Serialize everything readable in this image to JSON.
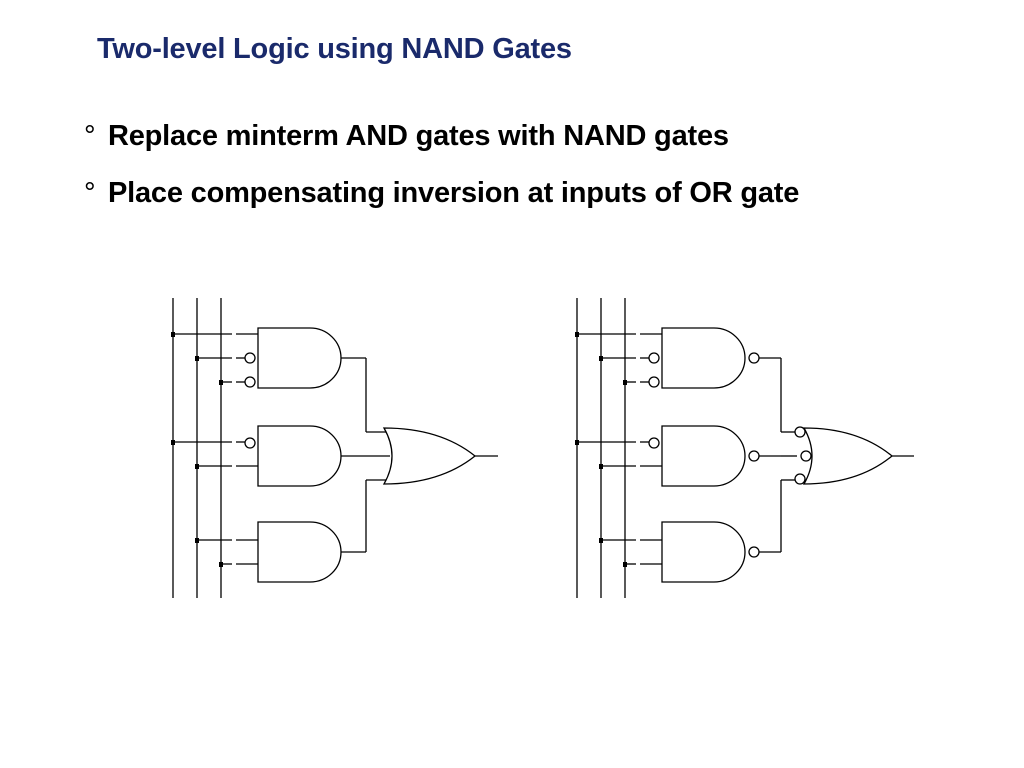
{
  "slide": {
    "title": "Two-level Logic using NAND Gates",
    "bullet_symbol": "°",
    "bullets": [
      "Replace minterm AND gates with NAND gates",
      "Place compensating inversion at inputs of OR gate"
    ]
  },
  "diagrams": [
    {
      "name": "and-or-circuit",
      "first_level_gates": [
        "AND",
        "AND",
        "AND"
      ],
      "second_level_gate": "OR",
      "inverted_inputs_shown": 3
    },
    {
      "name": "nand-or-circuit",
      "first_level_gates": [
        "NAND",
        "NAND",
        "NAND"
      ],
      "second_level_gate": "OR with inverted inputs",
      "inverted_inputs_shown": 3
    }
  ]
}
